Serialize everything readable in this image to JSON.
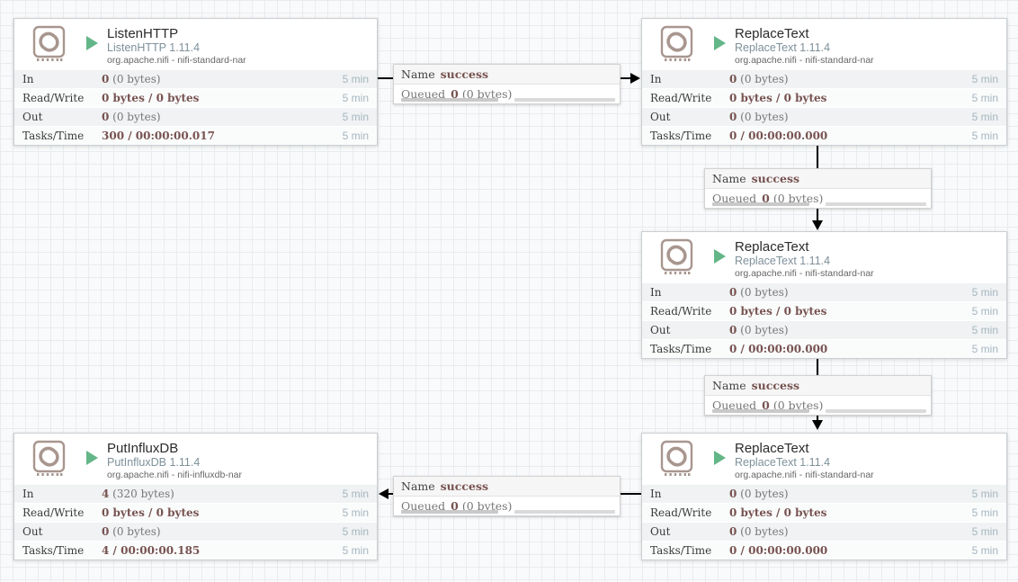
{
  "labels": {
    "in": "In",
    "read_write": "Read/Write",
    "out": "Out",
    "tasks_time": "Tasks/Time",
    "window": "5 min",
    "name_key": "Name",
    "queued_key": "Queued"
  },
  "colors": {
    "accent_green": "#63b687",
    "icon_taupe": "#a8968f",
    "value_brown": "#775351",
    "window_blue": "#a5b6c0",
    "connection_line": "#000000"
  },
  "processors": [
    {
      "title": "ListenHTTP",
      "type": "ListenHTTP 1.11.4",
      "bundle": "org.apache.nifi - nifi-standard-nar",
      "in_bold": "0",
      "in_rest": " (0 bytes)",
      "rw_bold": "0 bytes / 0 bytes",
      "out_bold": "0",
      "out_rest": " (0 bytes)",
      "tasks_bold": "300 / 00:00:00.017"
    },
    {
      "title": "ReplaceText",
      "type": "ReplaceText 1.11.4",
      "bundle": "org.apache.nifi - nifi-standard-nar",
      "in_bold": "0",
      "in_rest": " (0 bytes)",
      "rw_bold": "0 bytes / 0 bytes",
      "out_bold": "0",
      "out_rest": " (0 bytes)",
      "tasks_bold": "0 / 00:00:00.000"
    },
    {
      "title": "ReplaceText",
      "type": "ReplaceText 1.11.4",
      "bundle": "org.apache.nifi - nifi-standard-nar",
      "in_bold": "0",
      "in_rest": " (0 bytes)",
      "rw_bold": "0 bytes / 0 bytes",
      "out_bold": "0",
      "out_rest": " (0 bytes)",
      "tasks_bold": "0 / 00:00:00.000"
    },
    {
      "title": "ReplaceText",
      "type": "ReplaceText 1.11.4",
      "bundle": "org.apache.nifi - nifi-standard-nar",
      "in_bold": "0",
      "in_rest": " (0 bytes)",
      "rw_bold": "0 bytes / 0 bytes",
      "out_bold": "0",
      "out_rest": " (0 bytes)",
      "tasks_bold": "0 / 00:00:00.000"
    },
    {
      "title": "PutInfluxDB",
      "type": "PutInfluxDB 1.11.4",
      "bundle": "org.apache.nifi - nifi-influxdb-nar",
      "in_bold": "4",
      "in_rest": " (320 bytes)",
      "rw_bold": "0 bytes / 0 bytes",
      "out_bold": "0",
      "out_rest": " (0 bytes)",
      "tasks_bold": "4 / 00:00:00.185"
    }
  ],
  "connections": [
    {
      "name": "success",
      "queued_bold": "0",
      "queued_rest": " (0 bytes)"
    },
    {
      "name": "success",
      "queued_bold": "0",
      "queued_rest": " (0 bytes)"
    },
    {
      "name": "success",
      "queued_bold": "0",
      "queued_rest": " (0 bytes)"
    },
    {
      "name": "success",
      "queued_bold": "0",
      "queued_rest": " (0 bytes)"
    }
  ]
}
